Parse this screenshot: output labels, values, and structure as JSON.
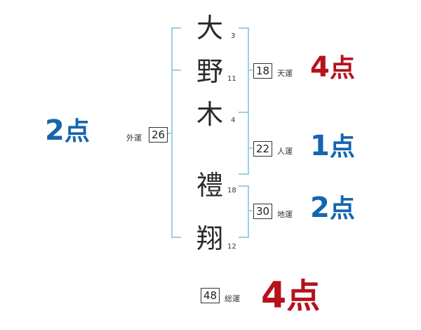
{
  "name_chars": [
    {
      "char": "大",
      "strokes": "3"
    },
    {
      "char": "野",
      "strokes": "11"
    },
    {
      "char": "木",
      "strokes": "4"
    },
    {
      "char": "禮",
      "strokes": "18"
    },
    {
      "char": "翔",
      "strokes": "12"
    }
  ],
  "gaiun": {
    "value": "26",
    "label": "外運",
    "score_num": "2",
    "score_unit": "点"
  },
  "tenun": {
    "value": "18",
    "label": "天運",
    "score_num": "4",
    "score_unit": "点"
  },
  "jinun": {
    "value": "22",
    "label": "人運",
    "score_num": "1",
    "score_unit": "点"
  },
  "chiun": {
    "value": "30",
    "label": "地運",
    "score_num": "2",
    "score_unit": "点"
  },
  "souun": {
    "value": "48",
    "label": "総運",
    "score_num": "4",
    "score_unit": "点"
  },
  "colors": {
    "bracket": "#9ccfe6",
    "good": "#b5121b",
    "neutral": "#1565b0"
  }
}
